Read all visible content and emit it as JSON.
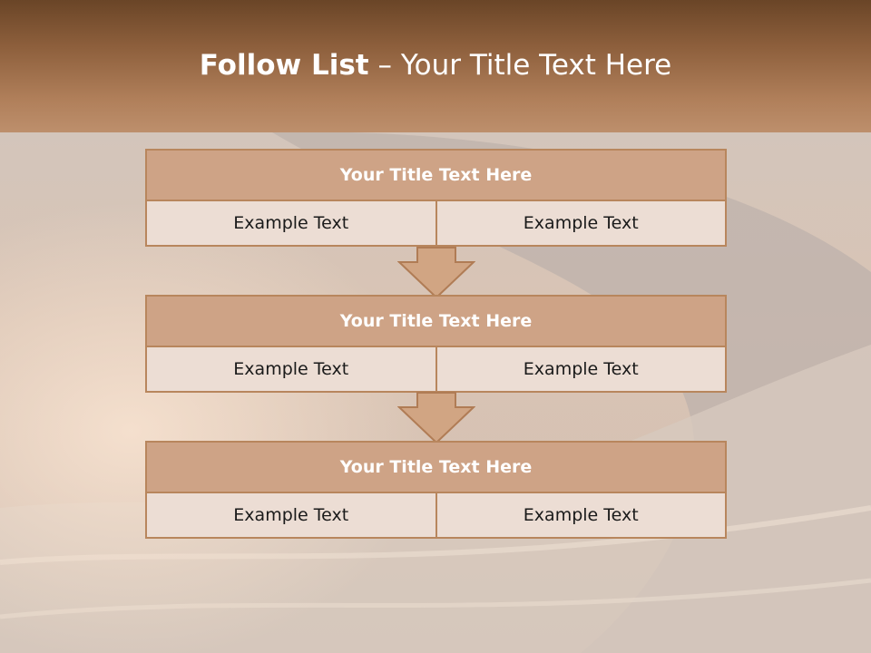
{
  "slide": {
    "title_bold": "Follow List",
    "title_rest": " – Your Title Text Here",
    "blocks": [
      {
        "title": "Your Title Text Here",
        "cells": [
          "Example Text",
          "Example Text"
        ]
      },
      {
        "title": "Your Title Text Here",
        "cells": [
          "Example Text",
          "Example Text"
        ]
      },
      {
        "title": "Your Title Text Here",
        "cells": [
          "Example Text",
          "Example Text"
        ]
      }
    ],
    "colors": {
      "header_top": "#6a4527",
      "header_bottom": "#bd8f6c",
      "block_title": "#cea386",
      "block_cell": "#ecddd4",
      "border": "#b8865d",
      "arrow": "#d1a583"
    },
    "icons": [
      "down-arrow-icon",
      "down-arrow-icon"
    ]
  }
}
